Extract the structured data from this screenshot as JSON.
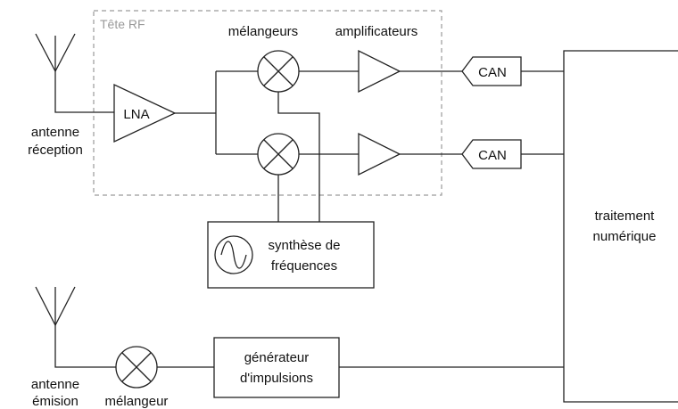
{
  "frontend": {
    "label": "Tête RF"
  },
  "labels": {
    "mixers": "mélangeurs",
    "amplifiers": "amplificateurs",
    "lna": "LNA",
    "adc_top": "CAN",
    "adc_bottom": "CAN",
    "rx_antenna": [
      "antenne",
      "réception"
    ],
    "tx_antenna": [
      "antenne",
      "émision"
    ],
    "tx_mixer": "mélangeur",
    "synth": [
      "synthèse de",
      "fréquences"
    ],
    "pulse_gen": [
      "générateur",
      "d'impulsions"
    ],
    "dsp": [
      "traitement",
      "numérique"
    ]
  },
  "colors": {
    "line": "#222222",
    "dashed_box": "#9a9a9a",
    "background": "#ffffff"
  },
  "icons": [
    "antenna-icon",
    "amplifier-triangle-icon",
    "mixer-cross-icon",
    "adc-pentagon-icon",
    "sine-wave-icon"
  ]
}
